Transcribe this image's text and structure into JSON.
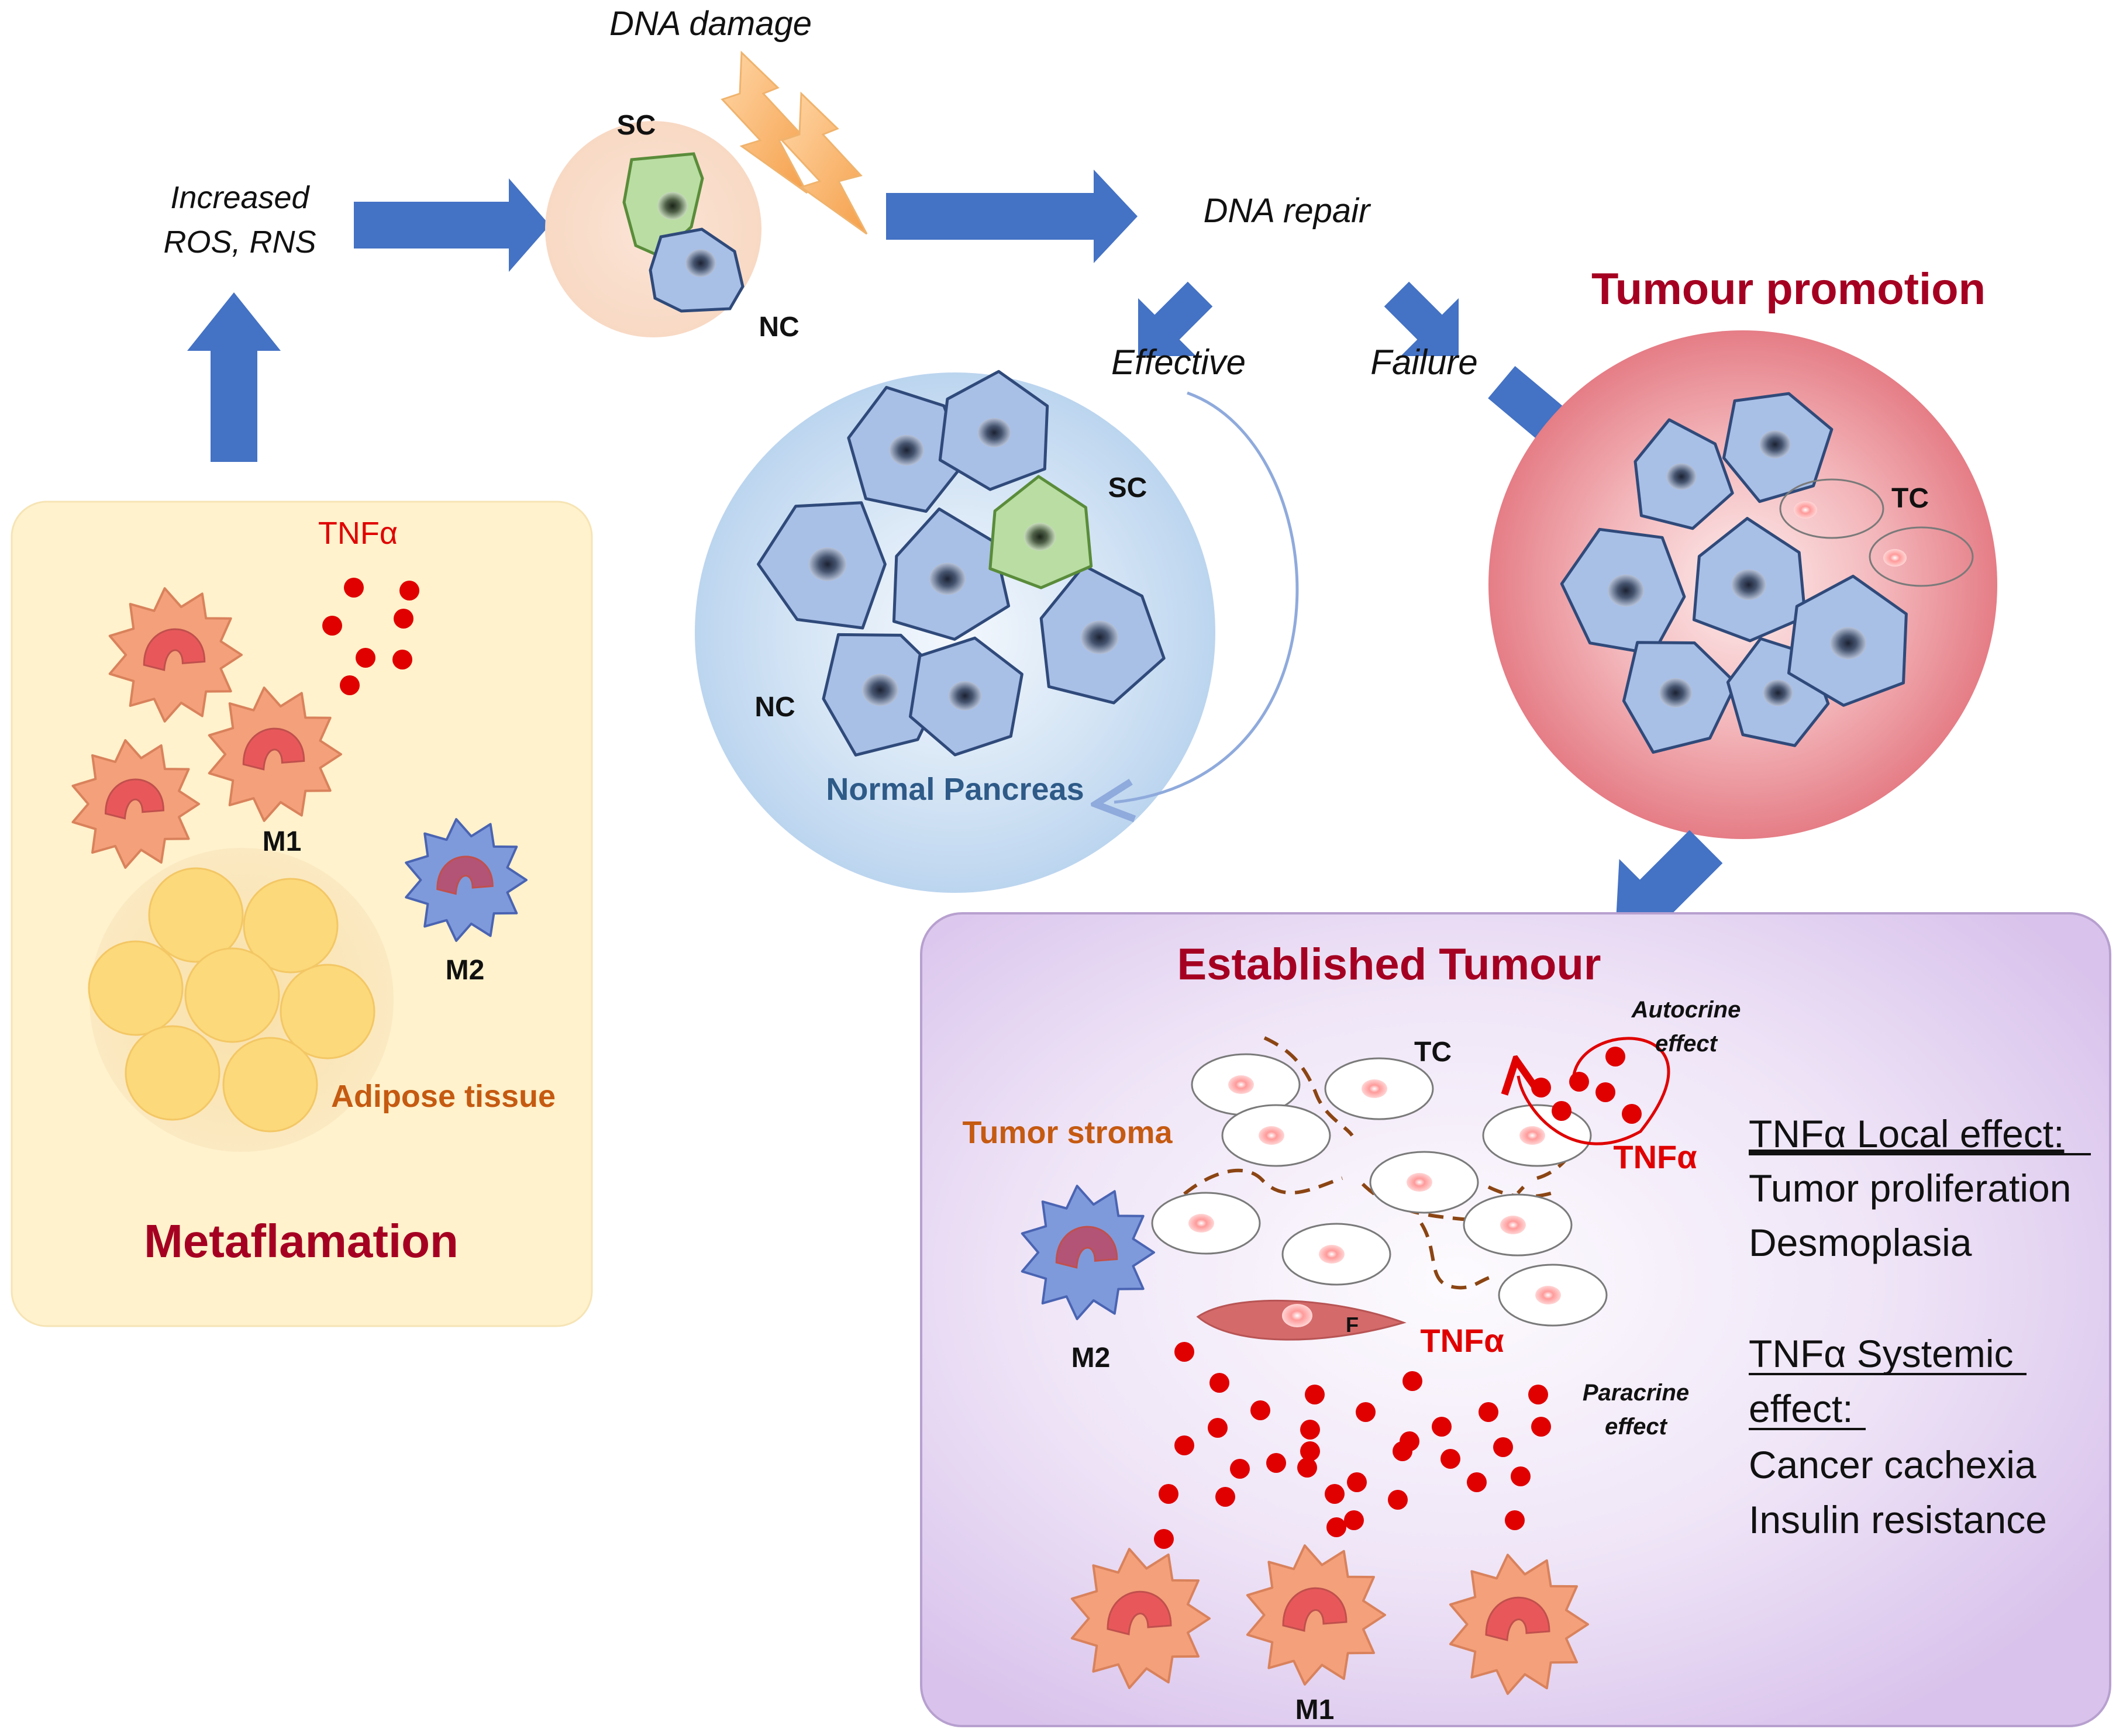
{
  "labels": {
    "dna_damage": "DNA damage",
    "increased_ros_line1": "Increased",
    "increased_ros_line2": "ROS, RNS",
    "dna_repair": "DNA repair",
    "effective": "Effective",
    "failure": "Failure",
    "tumour_promotion": "Tumour promotion",
    "sc": "SC",
    "nc": "NC",
    "tc": "TC",
    "normal_pancreas": "Normal Pancreas",
    "tnfa": "TNFα",
    "m1": "M1",
    "m2": "M2",
    "adipose_tissue": "Adipose tissue",
    "metaflamation": "Metaflamation",
    "established_tumour": "Established Tumour",
    "autocrine_line1": "Autocrine",
    "autocrine_line2": "effect",
    "tumor_stroma": "Tumor stroma",
    "f": "F",
    "paracrine_line1": "Paracrine",
    "paracrine_line2": "effect",
    "local_effect_title": "TNFα Local effect:",
    "local_effect_1": "Tumor proliferation",
    "local_effect_2": "Desmoplasia",
    "systemic_effect_title_1": "TNFα Systemic",
    "systemic_effect_title_2": "effect:",
    "systemic_effect_1": "Cancer cachexia",
    "systemic_effect_2": "Insulin resistance"
  },
  "colors": {
    "arrow": "#4472C4",
    "tnf_red": "#E00000",
    "dark_red_title": "#A50021",
    "orange_text": "#C55A11",
    "blue_text": "#2E5A88",
    "normal_cell_fill": "#A8BFE6",
    "normal_cell_stroke": "#2F4A7A",
    "stem_cell_fill": "#B9DDA3",
    "stem_cell_stroke": "#5A8C3A",
    "macrophage_m1": "#F4A07A",
    "macrophage_m2": "#7F9ADB",
    "adipocyte": "#FCD97A",
    "metaflamation_box": "#FFF2CC",
    "established_box": "#E5D5F2"
  }
}
